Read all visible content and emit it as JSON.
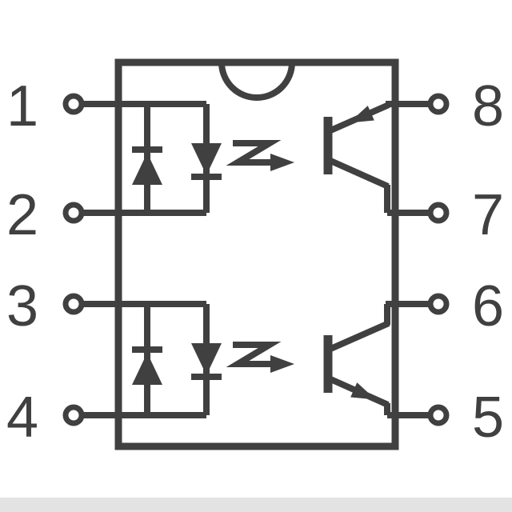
{
  "diagram": {
    "pins": {
      "left": [
        {
          "number": "1"
        },
        {
          "number": "2"
        },
        {
          "number": "3"
        },
        {
          "number": "4"
        }
      ],
      "right": [
        {
          "number": "8"
        },
        {
          "number": "7"
        },
        {
          "number": "6"
        },
        {
          "number": "5"
        }
      ]
    },
    "colors": {
      "line": "#404040",
      "background": "#ffffff",
      "footer_bar": "#e3e3e3"
    }
  }
}
